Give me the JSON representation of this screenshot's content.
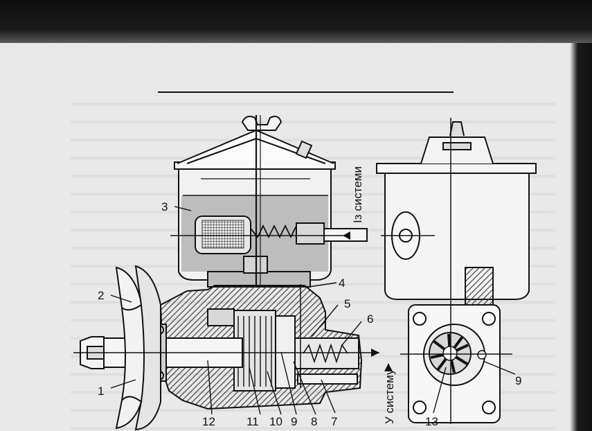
{
  "labels": {
    "l1": "1",
    "l2": "2",
    "l3": "3",
    "l4": "4",
    "l5": "5",
    "l6": "6",
    "l7": "7",
    "l8": "8",
    "l9a": "9",
    "l9b": "9",
    "l10": "10",
    "l11": "11",
    "l12": "12",
    "l13": "13"
  },
  "flow": {
    "from_system": "Із системи",
    "to_system": "У систему"
  }
}
